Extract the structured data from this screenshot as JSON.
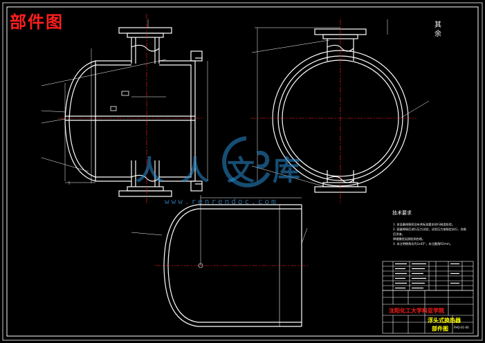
{
  "page_title": "部件图",
  "corner_note": "其 余",
  "technical_requirements": {
    "title": "技术要求",
    "items": [
      "1. 本设备按图样及有关标准要求进行制造检验。",
      "2. 容器焊接后进行压力试验，试验压力按规定执行，合格后涂漆。",
      "   焊缝需经无损检测合格。",
      "3. 未注明倒角均为1x45°，未注圆角R2mm。"
    ]
  },
  "title_block": {
    "school": "沈阳化工大学科亚学院",
    "drawing_name": "浮头式换热器",
    "drawing_type": "部件图",
    "drawing_number": "FHQ-01-00"
  },
  "watermark": {
    "text": "人人文库",
    "url": "www.renrendoc.com"
  },
  "colors": {
    "line": "#ffffff",
    "centerline": "#ff1e1e",
    "title": "#ff1e1e",
    "highlight": "#ffff00",
    "watermark": "#2a8ad2"
  }
}
